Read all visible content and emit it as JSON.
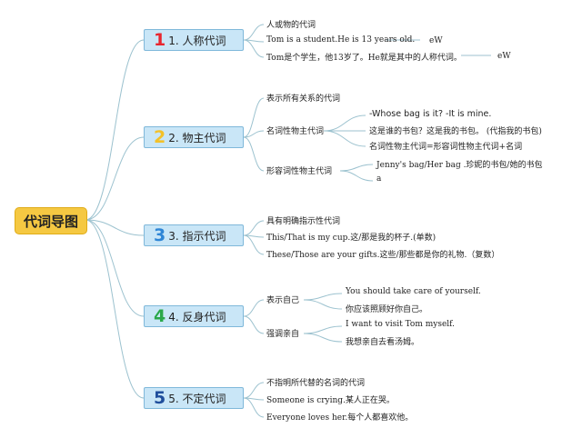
{
  "root": {
    "label": "代词导图"
  },
  "branches": [
    {
      "num": "1",
      "title": "1. 人称代词",
      "num_color": "#e8262f",
      "items": [
        {
          "text": "人或物的代词"
        },
        {
          "text": "Tom is a student.He is 13 years old.",
          "note": "eW"
        },
        {
          "text": "Tom是个学生，他13岁了。He就是其中的人称代词。",
          "note": "eW"
        }
      ]
    },
    {
      "num": "2",
      "title": "2. 物主代词",
      "num_color": "#f3c129",
      "items": [
        {
          "text": "表示所有关系的代词"
        },
        {
          "text": "名词性物主代词",
          "children": [
            "-Whose bag is it? -It is mine.",
            "这是谁的书包？这是我的书包。 (代指我的书包)",
            "名词性物主代词=形容词性物主代词+名词"
          ]
        },
        {
          "text": "形容词性物主代词",
          "children": [
            "Jenny's bag/Her bag .珍妮的书包/她的书包",
            "a"
          ]
        }
      ]
    },
    {
      "num": "3",
      "title": "3. 指示代词",
      "num_color": "#2f86d6",
      "items": [
        {
          "text": "具有明确指示性代词"
        },
        {
          "text": "This/That is my cup.这/那是我的杯子.(单数)"
        },
        {
          "text": "These/Those are your gifts.这些/那些都是你的礼物.（复数）"
        }
      ]
    },
    {
      "num": "4",
      "title": "4. 反身代词",
      "num_color": "#2aa84a",
      "items": [
        {
          "text": "表示自己",
          "children": [
            "You should take care of yourself.",
            "你应该照顾好你自己。"
          ]
        },
        {
          "text": "强调亲自",
          "children": [
            "I want to visit Tom myself.",
            "我想亲自去看汤姆。"
          ]
        }
      ]
    },
    {
      "num": "5",
      "title": "5. 不定代词",
      "num_color": "#1f4e9c",
      "items": [
        {
          "text": "不指明所代替的名词的代词"
        },
        {
          "text": "Someone is crying.某人正在哭。"
        },
        {
          "text": "Everyone loves her.每个人都喜欢他。"
        }
      ]
    }
  ]
}
